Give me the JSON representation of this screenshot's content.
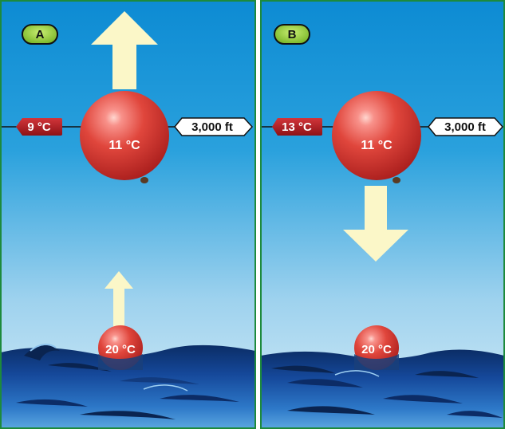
{
  "panels": [
    {
      "id": "A",
      "label": "A",
      "ambient_temp": "9 °C",
      "balloon_temp": "11 °C",
      "altitude": "3,000 ft",
      "surface_temp": "20 °C",
      "motion": "rising"
    },
    {
      "id": "B",
      "label": "B",
      "ambient_temp": "13 °C",
      "balloon_temp": "11 °C",
      "altitude": "3,000 ft",
      "surface_temp": "20 °C",
      "motion": "sinking"
    }
  ],
  "colors": {
    "sky_top": "#1290d6",
    "sky_bottom": "#cfe9f6",
    "sea_dark": "#0a2f6b",
    "sea_mid": "#1f5fb0",
    "label_green": "#9bd13a",
    "temp_tag": "#b01e22",
    "arrow": "#fbf7c8",
    "balloon": "#e0443a",
    "panel_border": "#1d8a3c"
  }
}
